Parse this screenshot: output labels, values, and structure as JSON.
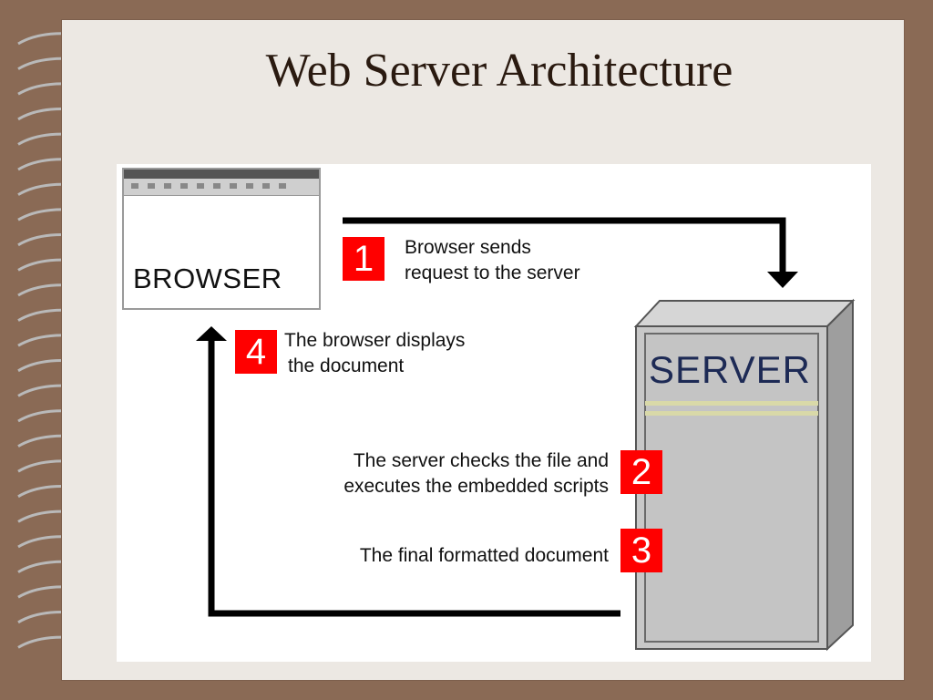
{
  "slide": {
    "title": "Web Server Architecture"
  },
  "diagram": {
    "browser_label": "BROWSER",
    "server_label": "SERVER",
    "steps": [
      {
        "number": "1",
        "line1": "Browser sends",
        "line2": "request to the server"
      },
      {
        "number": "2",
        "line1": "The server checks the file and",
        "line2": "executes the embedded scripts"
      },
      {
        "number": "3",
        "line1": "The final formatted document",
        "line2": ""
      },
      {
        "number": "4",
        "line1": "The browser displays",
        "line2": "the document"
      }
    ]
  },
  "colors": {
    "badge": "#ff0000",
    "background": "#8a6a55",
    "slide": "#ece8e3",
    "server_body": "#c8c8c8"
  }
}
